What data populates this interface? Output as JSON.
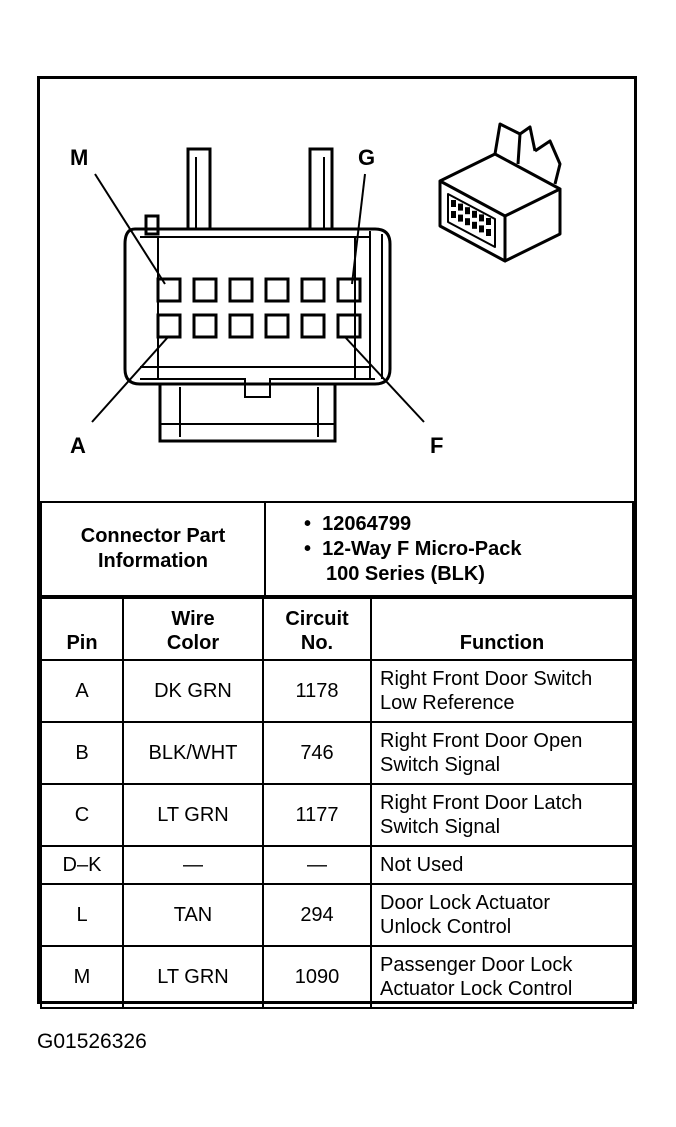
{
  "pin_labels": {
    "top_left": "M",
    "top_right": "G",
    "bottom_left": "A",
    "bottom_right": "F"
  },
  "connector_info": {
    "label_line1": "Connector Part",
    "label_line2": "Information",
    "part_number": "12064799",
    "desc_line1": "12-Way F Micro-Pack",
    "desc_line2": "100 Series (BLK)",
    "bullet": "•"
  },
  "pin_table": {
    "headers": {
      "pin": "Pin",
      "wire_color_1": "Wire",
      "wire_color_2": "Color",
      "circuit_1": "Circuit",
      "circuit_2": "No.",
      "function": "Function"
    },
    "rows": [
      {
        "pin": "A",
        "wire": "DK GRN",
        "circuit": "1178",
        "func1": "Right Front Door Switch",
        "func2": "Low Reference"
      },
      {
        "pin": "B",
        "wire": "BLK/WHT",
        "circuit": "746",
        "func1": "Right Front Door Open",
        "func2": "Switch Signal"
      },
      {
        "pin": "C",
        "wire": "LT GRN",
        "circuit": "1177",
        "func1": "Right Front Door Latch",
        "func2": "Switch Signal"
      },
      {
        "pin": "D–K",
        "wire": "—",
        "circuit": "—",
        "func1": "Not Used",
        "func2": ""
      },
      {
        "pin": "L",
        "wire": "TAN",
        "circuit": "294",
        "func1": "Door Lock Actuator",
        "func2": "Unlock Control"
      },
      {
        "pin": "M",
        "wire": "LT GRN",
        "circuit": "1090",
        "func1": "Passenger Door Lock",
        "func2": "Actuator Lock Control"
      }
    ]
  },
  "figure_id": "G01526326"
}
